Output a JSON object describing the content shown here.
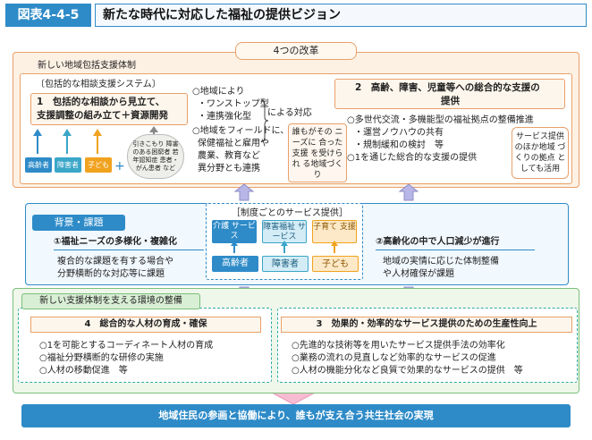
{
  "header": {
    "figure_label": "図表4-4-5",
    "title": "新たな時代に対応した福祉の提供ビジョン"
  },
  "reforms_label": "4つの改革",
  "community_system": {
    "label": "新しい地域包括支援体制",
    "consult_system_title": "〔包括的な相談支援システム〕",
    "item1_line1": "1　包括的な相談から見立て、",
    "item1_line2": "支援調整の組み立て＋資源開発",
    "groups": [
      "高齢者",
      "障害者",
      "子ども"
    ],
    "group_other": "引きこもり 障害のある困窮者 若年認知症 患者・がん患者 など",
    "mid_list": [
      "○地域により",
      "・ワンストップ型",
      "・連携強化型",
      "○地域をフィールドに、",
      "保健福祉と雇用や",
      "農業、教育など",
      "異分野とも連携"
    ],
    "mid_list_suffix": "による対応",
    "everyone_box": "誰もがその ニーズに 合った支援 を受けられ る地域づくり",
    "item2_line1": "2　高齢、障害、児童等への総合的な支援の",
    "item2_line2": "提供",
    "item2_list": [
      "○多世代交流・多機能型の福祉拠点の整備推進",
      "・運営ノウハウの共有",
      "・規制緩和の検討　等",
      "○1を通じた総合的な支援の提供"
    ],
    "callout": "サービス提供 のほか地域 づくりの拠点 としても活用"
  },
  "background": {
    "tab_label": "背景・課題",
    "issue1_title": "①福祉ニーズの多様化・複雑化",
    "issue1_line1": "複合的な課題を有する場合や",
    "issue1_line2": "分野横断的な対応等に課題",
    "services_title": "［制度ごとのサービス提供］",
    "services": [
      "介護 サービス",
      "障害福祉 サービス",
      "子育て 支援"
    ],
    "service_groups": [
      "高齢者",
      "障害者",
      "子ども"
    ],
    "issue2_title": "②高齢化の中で人口減少が進行",
    "issue2_line1": "地域の実情に応じた体制整備",
    "issue2_line2": "や人材確保が課題"
  },
  "environment": {
    "tab_label": "新しい支援体制を支える環境の整備",
    "item4_title": "4　総合的な人材の育成・確保",
    "item4_list": [
      "○1を可能とするコーディネート人材の育成",
      "○福祉分野横断的な研修の実施",
      "○人材の移動促進　等"
    ],
    "item3_title": "3　効果的・効率的なサービス提供のための生産性向上",
    "item3_list": [
      "○先進的な技術等を用いたサービス提供手法の効率化",
      "○業務の流れの見直しなど効率的なサービスの促進",
      "○人材の機能分化など良質で効果的なサービスの提供　等"
    ]
  },
  "society": "地域住民の参画と協働により、誰もが支え合う共生社会の実現",
  "colors": {
    "blue": "#2e8bc8",
    "orange": "#e8a06a",
    "green": "#7bbf7a",
    "teal": "#2eaaa0",
    "lavender": "#b7b6e6",
    "elderly": "#2e8bc8",
    "disabled": "#3aa6c8",
    "child": "#f0a21e"
  }
}
